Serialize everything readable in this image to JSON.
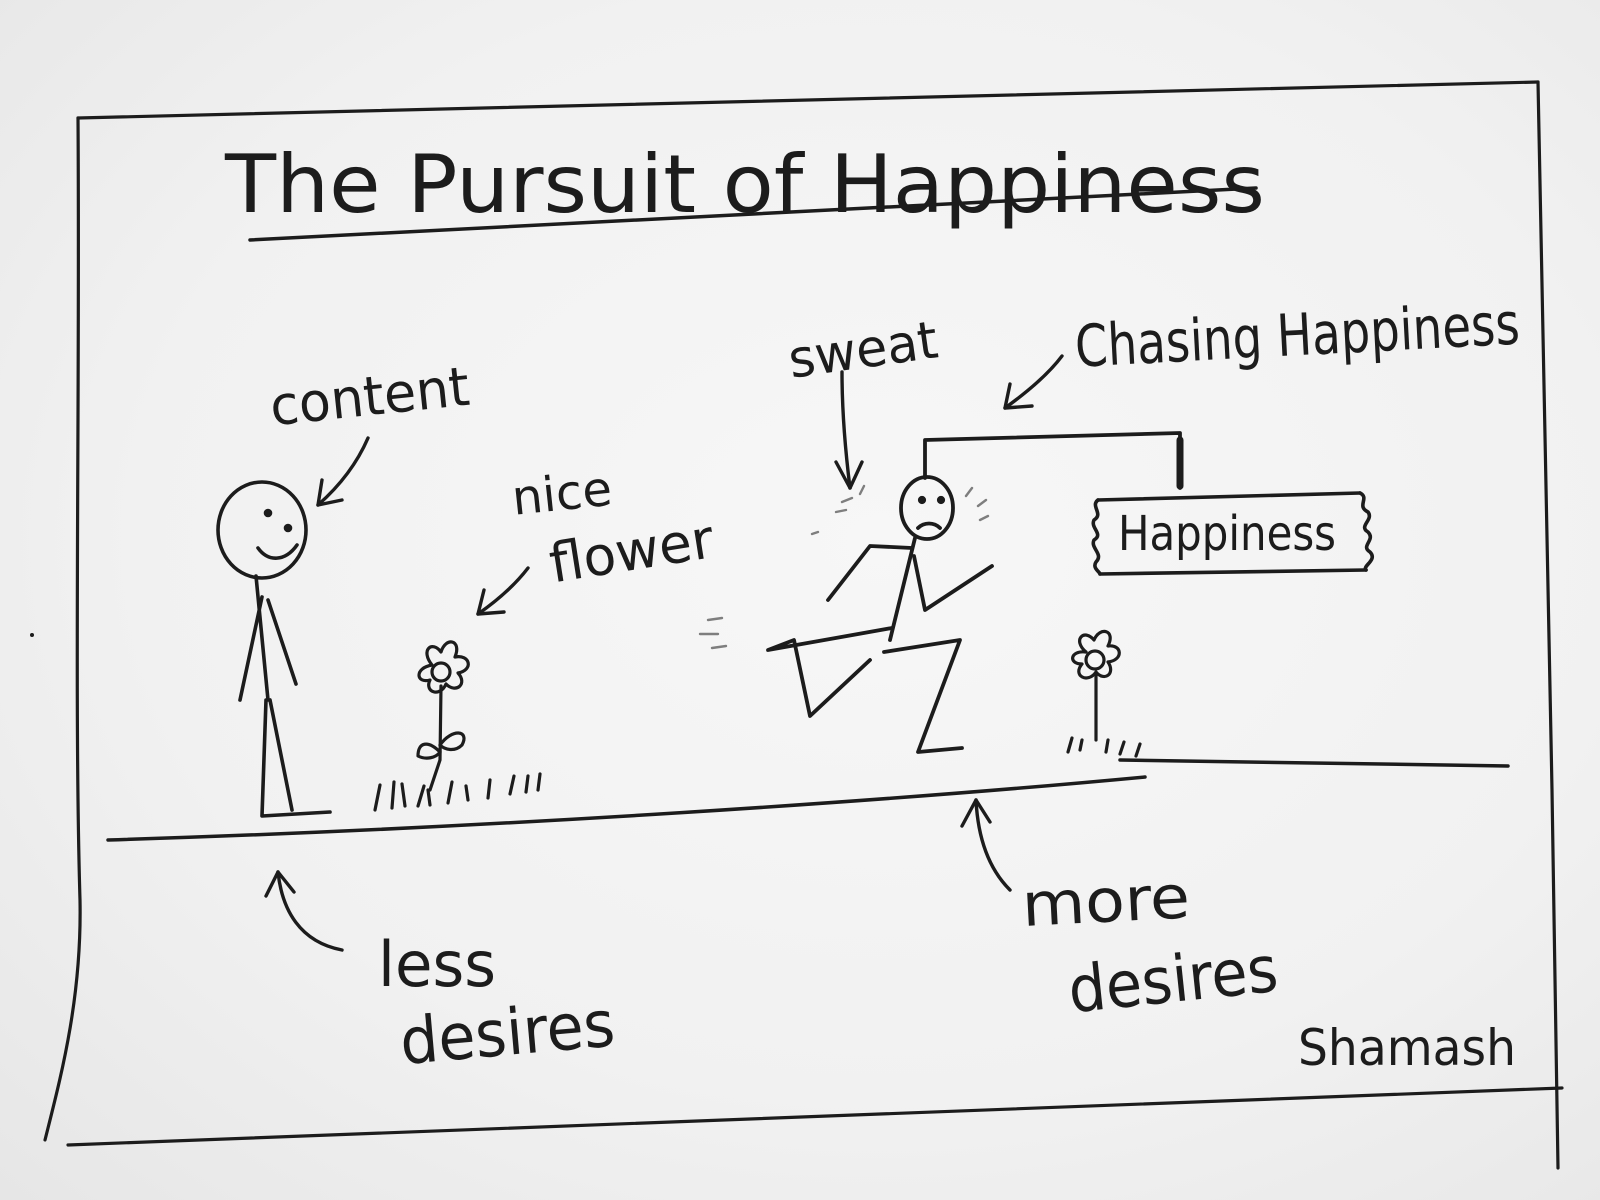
{
  "title": "The Pursuit of Happiness",
  "labels": {
    "content": "content",
    "nice": "nice",
    "flower": "flower",
    "sweat": "sweat",
    "chasing": "Chasing Happiness",
    "sign": "Happiness",
    "less": "less",
    "less_desires": "desires",
    "more": "more",
    "more_desires": "desires",
    "signature": "Shamash"
  },
  "colors": {
    "ink": "#1c1c1c",
    "paper": "#f4f4f4"
  }
}
